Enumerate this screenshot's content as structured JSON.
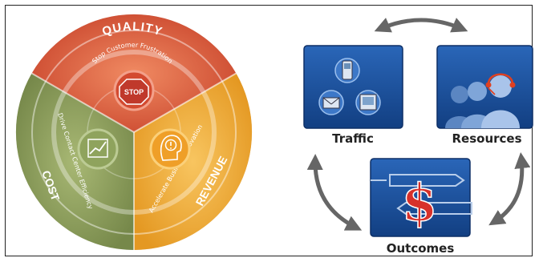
{
  "wheel": {
    "segments": {
      "quality": {
        "title": "QUALITY",
        "tagline": "Stop Customer Frustration",
        "icon_text": "STOP",
        "icon": "stop-sign-icon"
      },
      "cost": {
        "title": "COST",
        "tagline": "Drive Contact Center Efficiency",
        "icon": "trend-chart-icon"
      },
      "revenue": {
        "title": "REVENUE",
        "tagline": "Accelerate Business Innovation",
        "icon": "lightbulb-head-icon"
      }
    },
    "colors": {
      "quality": "#d9573a",
      "cost": "#8a9c57",
      "revenue": "#f0a830"
    }
  },
  "cycle": {
    "nodes": {
      "traffic": {
        "label": "Traffic",
        "icon": "devices-icon"
      },
      "resources": {
        "label": "Resources",
        "icon": "agents-icon"
      },
      "outcomes": {
        "label": "Outcomes",
        "icon": "dollar-arrows-icon"
      }
    },
    "colors": {
      "tile": "#1d4f9a",
      "arrow": "#666666"
    }
  }
}
